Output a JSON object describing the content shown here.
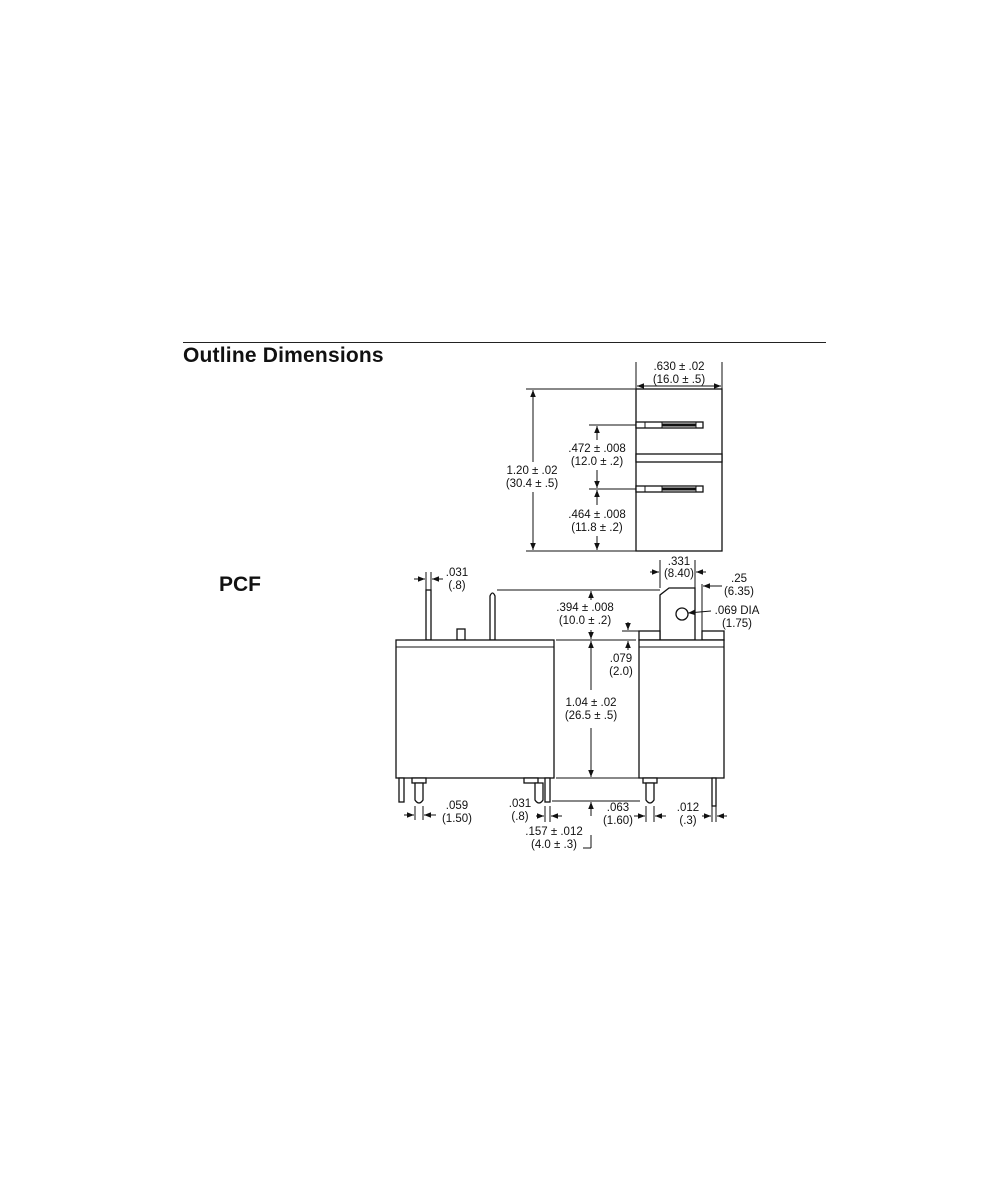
{
  "section_title": "Outline Dimensions",
  "variant_label": "PCF",
  "dimensions": {
    "width": {
      "in": ".630 ± .02",
      "mm": "(16.0 ± .5)"
    },
    "height": {
      "in": "1.20 ± .02",
      "mm": "(30.4 ± .5)"
    },
    "pin_gap_1": {
      "in": ".472 ± .008",
      "mm": "(12.0 ± .2)"
    },
    "pin_gap_2": {
      "in": ".464 ± .008",
      "mm": "(11.8 ± .2)"
    },
    "pin_width": {
      "in": ".031",
      "mm": "(.8)"
    },
    "tab_height": {
      "in": ".394 ± .008",
      "mm": "(10.0 ± .2)"
    },
    "tab_width": {
      "in": ".331",
      "mm": "(8.40)"
    },
    "tab_offset": {
      "in": ".25",
      "mm": "(6.35)"
    },
    "hole_dia": {
      "in": ".069 DIA",
      "mm": "(1.75)"
    },
    "step": {
      "in": ".079",
      "mm": "(2.0)"
    },
    "body_height": {
      "in": "1.04 ± .02",
      "mm": "(26.5 ± .5)"
    },
    "pin_dia_1": {
      "in": ".059",
      "mm": "(1.50)"
    },
    "pin_dia_2": {
      "in": ".031",
      "mm": "(.8)"
    },
    "pin_length": {
      "in": ".157 ± .012",
      "mm": "(4.0 ± .3)"
    },
    "pin_dia_3": {
      "in": ".063",
      "mm": "(1.60)"
    },
    "pin_thick": {
      "in": ".012",
      "mm": "(.3)"
    }
  }
}
